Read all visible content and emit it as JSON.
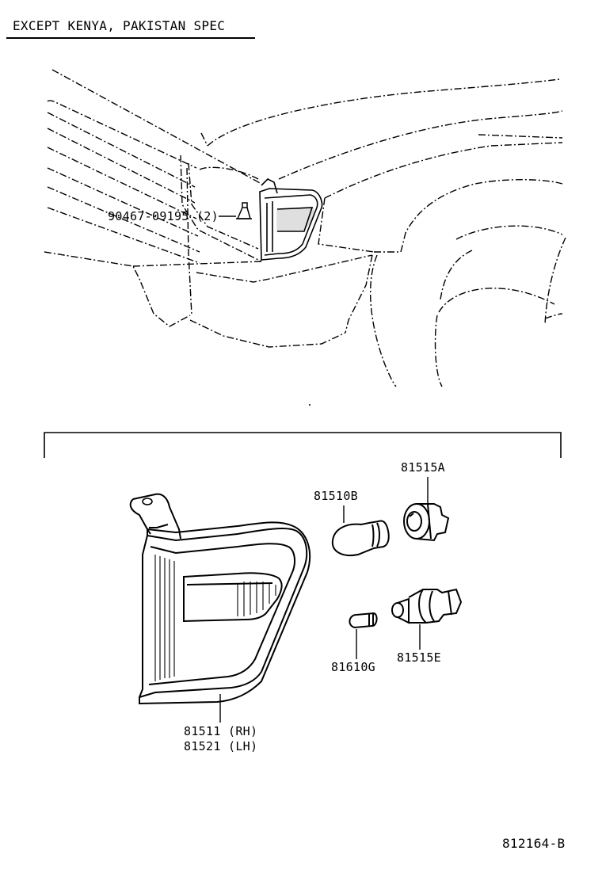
{
  "header": {
    "spec_title": "EXCEPT KENYA, PAKISTAN SPEC"
  },
  "callouts": {
    "clip": "90467-09195 (2)",
    "bulb_large": "81510B",
    "socket_large": "81515A",
    "bulb_small": "81610G",
    "socket_small": "81515E",
    "lamp_rh": "81511 (RH)",
    "lamp_lh": "81521 (LH)"
  },
  "footer": {
    "diagram_code": "812164-B"
  }
}
